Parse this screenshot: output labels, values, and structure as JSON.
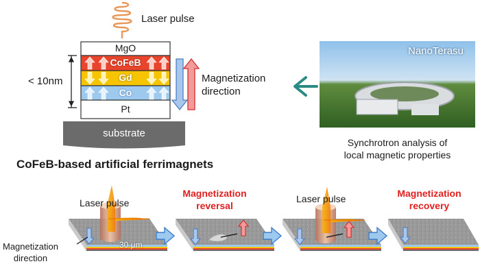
{
  "laser_pulse_top": "Laser pulse",
  "layers": {
    "mgo": "MgO",
    "cofeb": "CoFeB",
    "gd": "Gd",
    "co": "Co",
    "pt": "Pt",
    "substrate": "substrate"
  },
  "thickness_label": "< 10nm",
  "magnetization_direction": [
    "Magnetization",
    "direction"
  ],
  "facility_label": "NanoTerasu",
  "synchrotron_caption": [
    "Synchrotron analysis of",
    "local magnetic properties"
  ],
  "main_title": "CoFeB-based artificial ferrimagnets",
  "steps": {
    "laser_pulse_1": "Laser pulse",
    "reversal": [
      "Magnetization",
      "reversal"
    ],
    "laser_pulse_2": "Laser pulse",
    "recovery": [
      "Magnetization",
      "recovery"
    ]
  },
  "bottom_left_label": [
    "Magnetization",
    "direction"
  ],
  "scale_bar": "30 μm",
  "colors": {
    "accent_red": "#e0201f",
    "teal_arrow": "#2c8a84",
    "cofeb": "#e8452c",
    "gd": "#f6c400",
    "co": "#9ec9ef",
    "arrow_blue": "#6f9ed6",
    "arrow_red": "#e04a4a",
    "substrate": "#6b6b6b"
  }
}
